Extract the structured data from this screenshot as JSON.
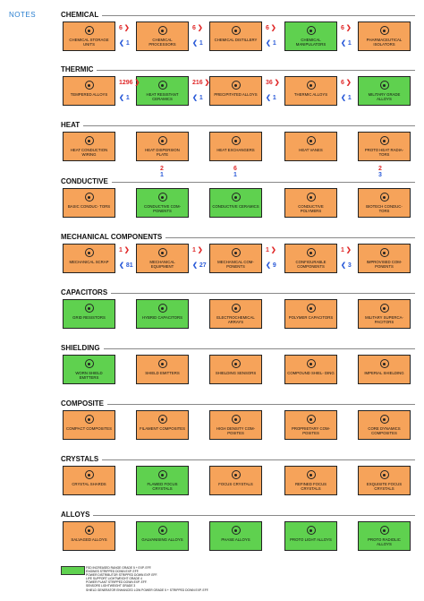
{
  "notes_label": "NOTES",
  "sections": [
    {
      "title": "CHEMICAL",
      "cards": [
        {
          "label": "CHEMICAL STORAGE UNITS",
          "color": "orange"
        },
        {
          "label": "CHEMICAL PROCESSORS",
          "color": "orange"
        },
        {
          "label": "CHEMICAL DISTILLERY",
          "color": "orange"
        },
        {
          "label": "CHEMICAL MANIPULATORS",
          "color": "green"
        },
        {
          "label": "PHARMACEUTICAL ISOLATORS",
          "color": "orange"
        }
      ],
      "arrows": [
        {
          "up": "6",
          "down": "1"
        },
        {
          "up": "6",
          "down": "1"
        },
        {
          "up": "6",
          "down": "1"
        },
        {
          "up": "6",
          "down": "1"
        }
      ]
    },
    {
      "title": "THERMIC",
      "cards": [
        {
          "label": "TEMPERED ALLOYS",
          "color": "orange"
        },
        {
          "label": "HEAT RESISTANT CERAMICS",
          "color": "green"
        },
        {
          "label": "PRECIPITATED ALLOYS",
          "color": "orange"
        },
        {
          "label": "THERMIC ALLOYS",
          "color": "orange"
        },
        {
          "label": "MILITARY GRADE ALLOYS",
          "color": "green"
        }
      ],
      "arrows": [
        {
          "up": "1296",
          "down": "1"
        },
        {
          "up": "216",
          "down": "1"
        },
        {
          "up": "36",
          "down": "1"
        },
        {
          "up": "6",
          "down": "1"
        }
      ]
    },
    {
      "title": "HEAT",
      "cards": [
        {
          "label": "HEAT CONDUCTION WIRING",
          "color": "orange"
        },
        {
          "label": "HEAT DISPERSION PLATE",
          "color": "orange"
        },
        {
          "label": "HEAT EXCHANGERS",
          "color": "orange"
        },
        {
          "label": "HEAT VANES",
          "color": "orange"
        },
        {
          "label": "PROTO HEAT RADIA- TORS",
          "color": "orange"
        }
      ],
      "arrows": []
    },
    {
      "title": "CONDUCTIVE",
      "cards": [
        {
          "label": "BASIC CONDUC- TORS",
          "color": "orange"
        },
        {
          "label": "CONDUCTIVE COM- PONENTS",
          "color": "green"
        },
        {
          "label": "CONDUCTIVE CERAMICS",
          "color": "green"
        },
        {
          "label": "CONDUCTIVE POLYMERS",
          "color": "orange"
        },
        {
          "label": "BIOTECH CONDUC- TORS",
          "color": "orange"
        }
      ],
      "arrows": []
    },
    {
      "title": "MECHANICAL COMPONENTS",
      "cards": [
        {
          "label": "MECHANICAL SCRAP",
          "color": "orange"
        },
        {
          "label": "MECHANICAL EQUIPMENT",
          "color": "orange"
        },
        {
          "label": "MECHANICAL COM- PONENTS",
          "color": "orange"
        },
        {
          "label": "CONFIGURABLE COMPONENTS",
          "color": "orange"
        },
        {
          "label": "IMPROVISED COM- PONENTS",
          "color": "orange"
        }
      ],
      "arrows": [
        {
          "up": "1",
          "down": "81"
        },
        {
          "up": "1",
          "down": "27"
        },
        {
          "up": "1",
          "down": "9"
        },
        {
          "up": "1",
          "down": "3"
        }
      ]
    },
    {
      "title": "CAPACITORS",
      "cards": [
        {
          "label": "GRID RESISTORS",
          "color": "green"
        },
        {
          "label": "HYBRID CAPACITORS",
          "color": "green"
        },
        {
          "label": "ELECTROCHEMICAL ARRAYS",
          "color": "orange"
        },
        {
          "label": "POLYMER CAPACITORS",
          "color": "orange"
        },
        {
          "label": "MILITARY SUPERCA- PACITORS",
          "color": "orange"
        }
      ],
      "arrows": []
    },
    {
      "title": "SHIELDING",
      "cards": [
        {
          "label": "WORN SHIELD EMITTERS",
          "color": "green"
        },
        {
          "label": "SHIELD EMITTERS",
          "color": "orange"
        },
        {
          "label": "SHIELDING SENSORS",
          "color": "orange"
        },
        {
          "label": "COMPOUND SHIEL- DING",
          "color": "orange"
        },
        {
          "label": "IMPERIAL SHIELDING",
          "color": "orange"
        }
      ],
      "arrows": []
    },
    {
      "title": "COMPOSITE",
      "cards": [
        {
          "label": "COMPACT COMPOSITES",
          "color": "orange"
        },
        {
          "label": "FILAMENT COMPOSITES",
          "color": "orange"
        },
        {
          "label": "HIGH DENSITY COM- POSITES",
          "color": "orange"
        },
        {
          "label": "PROPRIETARY COM- POSITES",
          "color": "orange"
        },
        {
          "label": "CORE DYNAMICS COMPOSITES",
          "color": "orange"
        }
      ],
      "arrows": []
    },
    {
      "title": "CRYSTALS",
      "cards": [
        {
          "label": "CRYSTAL SHARDS",
          "color": "orange"
        },
        {
          "label": "FLAWED FOCUS CRYSTALS",
          "color": "green"
        },
        {
          "label": "FOCUS CRYSTALS",
          "color": "orange"
        },
        {
          "label": "REFINED FOCUS CRYSTALS",
          "color": "orange"
        },
        {
          "label": "EXQUISITE FOCUS CRYSTALS",
          "color": "orange"
        }
      ],
      "arrows": []
    },
    {
      "title": "ALLOYS",
      "cards": [
        {
          "label": "SALVAGED ALLOYS",
          "color": "orange"
        },
        {
          "label": "GALVANISING ALLOYS",
          "color": "green"
        },
        {
          "label": "PHASE ALLOYS",
          "color": "green"
        },
        {
          "label": "PROTO LIGHT ALLOYS",
          "color": "green"
        },
        {
          "label": "PROTO RADIOLIC ALLOYS",
          "color": "green"
        }
      ],
      "arrows": []
    }
  ],
  "heat_conductive_arrows": [
    {
      "top": "2",
      "bottom": "1"
    },
    {
      "top": "6",
      "bottom": "1"
    },
    {
      "top": "2",
      "bottom": "3"
    }
  ],
  "legend_lines": [
    "FSD INCREASED RANGE GRADE 5 + EXP. EFF.",
    "ENGINES STRIPPED DOWN EXP. EFF.",
    "POWER DISTRIBUTOR STRIPPED DOWN EXP. EFF.",
    "LIFE SUPPORT LIGHTWEIGHT GRADE 4",
    "POWER PLANT STRIPPED DOWN EXP. EFF.",
    "SENSORS LIGHTWEIGHT GRADE 3",
    "SHIELD GENERATOR ENHANCED LOW POWER GRADE 5 + STRIPPED DOWN EXP. EFF."
  ]
}
